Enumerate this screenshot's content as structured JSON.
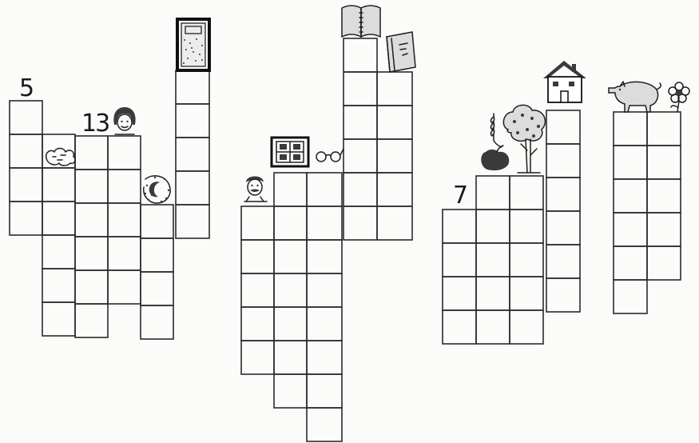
{
  "sheet": {
    "clue_numbers": {
      "left_top": "5",
      "left_middle": "13",
      "right_puzzle": "7"
    }
  },
  "icons": [
    "cloud-icon",
    "girl-face-icon",
    "wardrobe-icon",
    "moon-night-icon",
    "man-face-icon",
    "window-icon",
    "glasses-icon",
    "open-book-icon",
    "closed-book-icon",
    "wheat-ear-icon",
    "apple-icon",
    "tree-icon",
    "house-icon",
    "pig-icon",
    "flower-icon"
  ]
}
